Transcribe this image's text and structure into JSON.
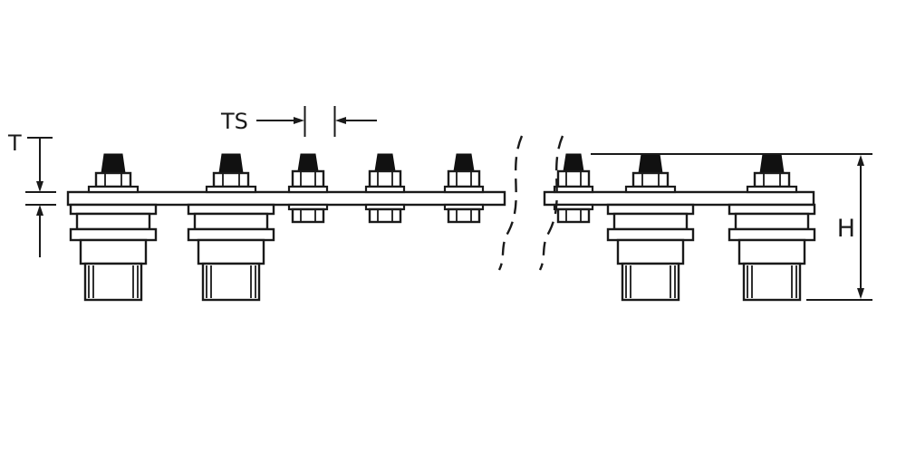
{
  "diagram": {
    "labels": {
      "bar_thickness": "T",
      "stud_spacing": "TS",
      "overall_height": "H"
    },
    "colors": {
      "line": "#1a1a1a",
      "bolt_head_fill": "#111111",
      "background": "#ffffff"
    }
  }
}
